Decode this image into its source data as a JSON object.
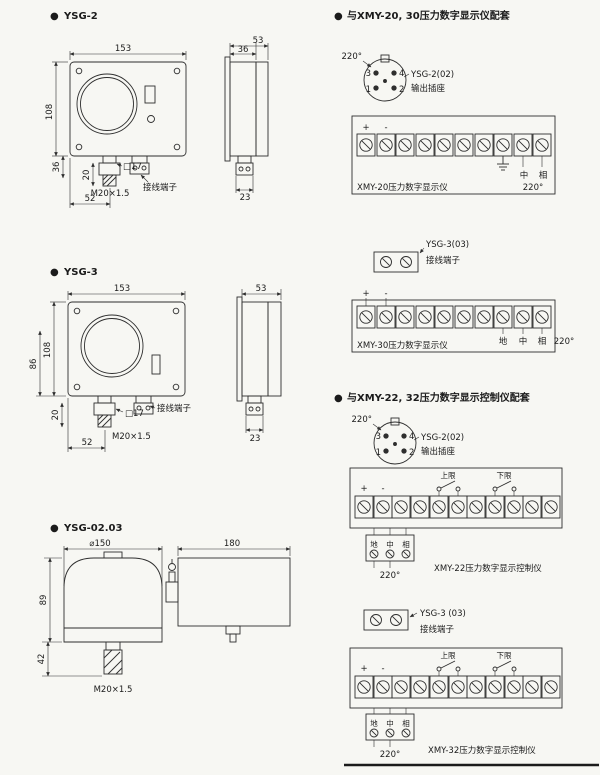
{
  "ui": {
    "bullet": "●"
  },
  "ysg2": {
    "title": "YSG-2",
    "d153": "153",
    "d108": "108",
    "d36": "36",
    "d20": "20",
    "d52": "52",
    "d17": "□17",
    "thread": "M20×1.5",
    "terminal": "接线端子",
    "side_d36": "36",
    "side_d53": "53",
    "side_d23": "23"
  },
  "ysg3": {
    "title": "YSG-3",
    "d153": "153",
    "d108": "108",
    "d86": "86",
    "d20": "20",
    "d52": "52",
    "d17": "□17",
    "thread": "M20×1.5",
    "terminal": "接线端子",
    "side_d53": "53",
    "side_d23": "23"
  },
  "ysg0203": {
    "title": "YSG-02.03",
    "d150": "⌀150",
    "d180": "180",
    "d89": "89",
    "d42": "42",
    "thread": "M20×1.5"
  },
  "sec1": {
    "header": "与XMY-20, 30压力数字显示仪配套",
    "plug": {
      "angle": "220°",
      "name": "YSG-2(02)",
      "caption": "输出插座",
      "pin1": "1",
      "pin2": "2",
      "pin3": "3",
      "pin4": "4"
    },
    "xmy20": {
      "plus": "+",
      "minus": "-",
      "neutral": "中",
      "phase": "相",
      "angle": "220°",
      "label": "XMY-20压力数字显示仪"
    },
    "block": {
      "name": "YSG-3(03)",
      "caption": "接线端子"
    },
    "xmy30": {
      "plus": "+",
      "minus": "-",
      "ground": "地",
      "neutral": "中",
      "phase": "相",
      "angle": "220°",
      "label": "XMY-30压力数字显示仪"
    }
  },
  "sec2": {
    "header": "与XMY-22, 32压力数字显示控制仪配套",
    "plug": {
      "angle": "220°",
      "name": "YSG-2(02)",
      "caption": "输出插座",
      "pin1": "1",
      "pin2": "2",
      "pin3": "3",
      "pin4": "4"
    },
    "xmy22": {
      "plus": "+",
      "minus": "-",
      "upper": "上限",
      "lower": "下限",
      "ground": "地",
      "neutral": "中",
      "phase": "相",
      "angle": "220°",
      "label": "XMY-22压力数字显示控制仪"
    },
    "block": {
      "name": "YSG-3 (03)",
      "caption": "接线端子"
    },
    "xmy32": {
      "plus": "+",
      "minus": "-",
      "upper": "上限",
      "lower": "下限",
      "ground": "地",
      "neutral": "中",
      "phase": "相",
      "angle": "220°",
      "label": "XMY-32压力数字显示控制仪"
    }
  }
}
